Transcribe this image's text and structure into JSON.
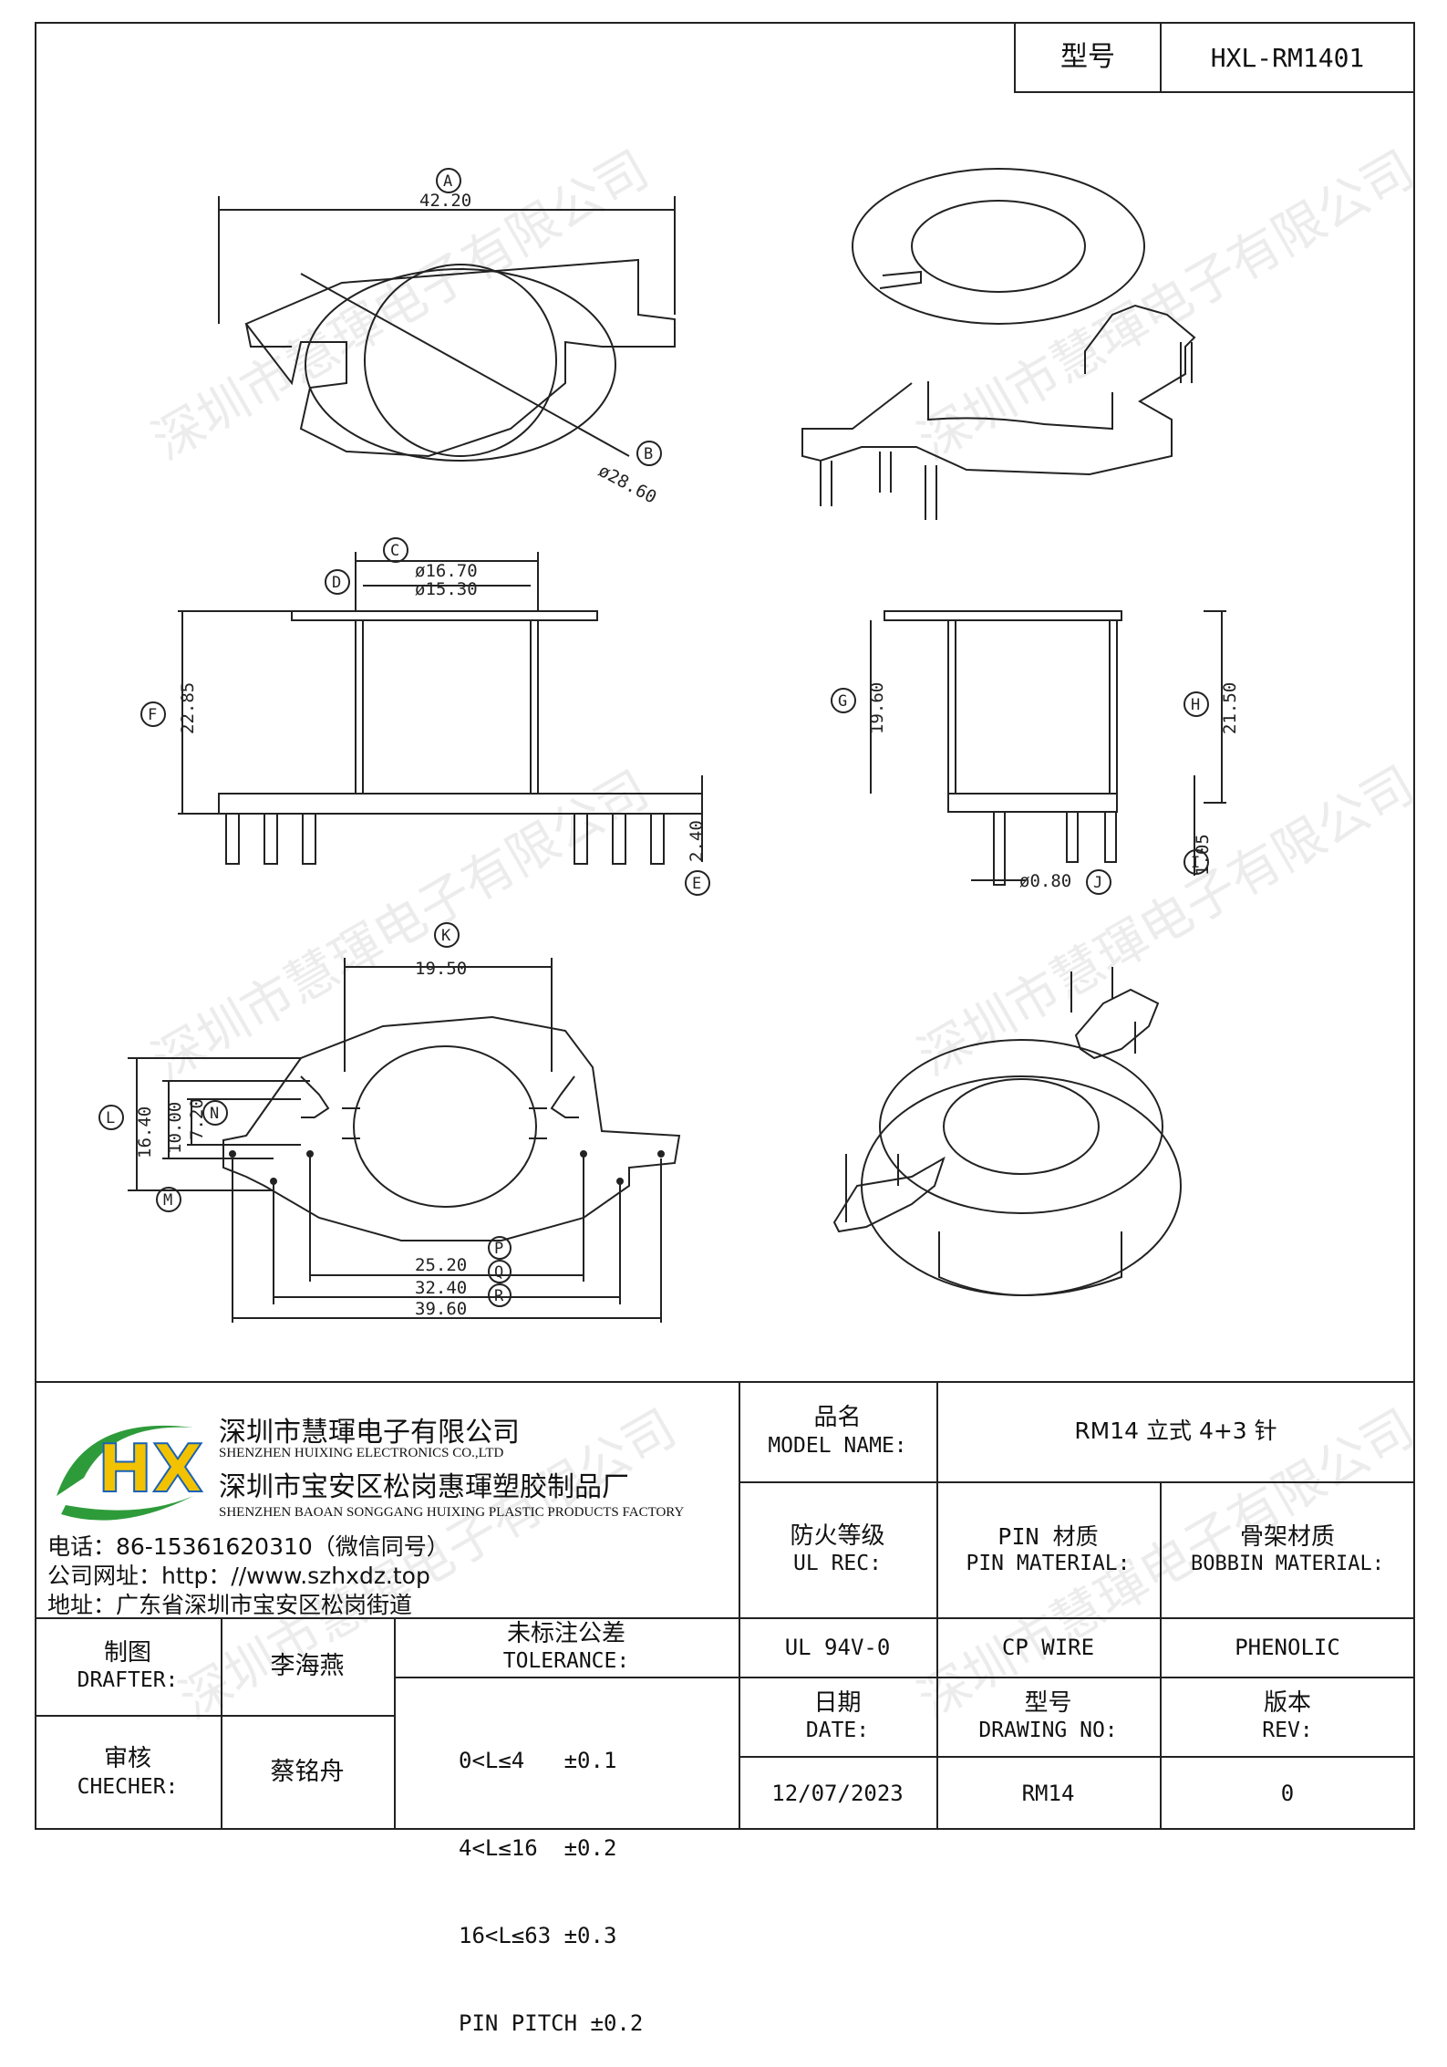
{
  "model_header": {
    "label": "型号",
    "value": "HXL-RM1401"
  },
  "dims": {
    "A": "42.20",
    "B": "ø28.60",
    "C": "ø16.70",
    "D": "ø15.30",
    "F": "22.85",
    "E": "2.40",
    "G": "19.60",
    "H": "21.50",
    "I": "1.05",
    "J": "ø0.80",
    "K": "19.50",
    "L": "16.40",
    "N1": "10.00",
    "N2": "7.20",
    "P": "25.20",
    "Q": "32.40",
    "R": "39.60"
  },
  "letters": [
    "A",
    "B",
    "C",
    "D",
    "F",
    "E",
    "G",
    "H",
    "I",
    "J",
    "K",
    "L",
    "N",
    "M",
    "P",
    "Q",
    "R"
  ],
  "watermark": "深圳市慧琿电子有限公司",
  "company": {
    "name_cn": "深圳市慧琿电子有限公司",
    "name_en": "SHENZHEN HUIXING ELECTRONICS CO.,LTD",
    "factory_cn": "深圳市宝安区松岗惠琿塑胶制品厂",
    "factory_en": "SHENZHEN BAOAN SONGGANG HUIXING PLASTIC PRODUCTS FACTORY",
    "phone": "电话：86-15361620310（微信同号）",
    "website": "公司网址：http：//www.szhxdz.top",
    "address": "地址：广东省深圳市宝安区松岗街道",
    "logo_text": "HX",
    "colors": {
      "logo_green": "#2e9b3a",
      "logo_yellow": "#f2c200",
      "logo_blue": "#1b62b5"
    }
  },
  "title_block": {
    "model_name_label_cn": "品名",
    "model_name_label_en": "MODEL NAME:",
    "model_name_value": "RM14 立式 4+3 针",
    "ul_label_cn": "防火等级",
    "ul_label_en": "UL REC:",
    "pin_label_cn": "PIN 材质",
    "pin_label_en": "PIN MATERIAL:",
    "bobbin_label_cn": "骨架材质",
    "bobbin_label_en": "BOBBIN MATERIAL:",
    "ul_value": "UL 94V-0",
    "pin_value": "CP WIRE",
    "bobbin_value": "PHENOLIC",
    "date_label_cn": "日期",
    "date_label_en": "DATE:",
    "drawing_label_cn": "型号",
    "drawing_label_en": "DRAWING NO:",
    "rev_label_cn": "版本",
    "rev_label_en": "REV:",
    "date_value": "12/07/2023",
    "drawing_value": "RM14",
    "rev_value": "0",
    "drafter_cn": "制图",
    "drafter_en": "DRAFTER:",
    "drafter_value": "李海燕",
    "checker_cn": "审核",
    "checker_en": "CHECHER:",
    "checker_value": "蔡铭舟",
    "tolerance_cn": "未标注公差",
    "tolerance_en": "TOLERANCE:",
    "tolerance_lines": [
      "0<L≤4   ±0.1",
      "4<L≤16  ±0.2",
      "16<L≤63 ±0.3",
      "PIN PITCH ±0.2"
    ]
  }
}
